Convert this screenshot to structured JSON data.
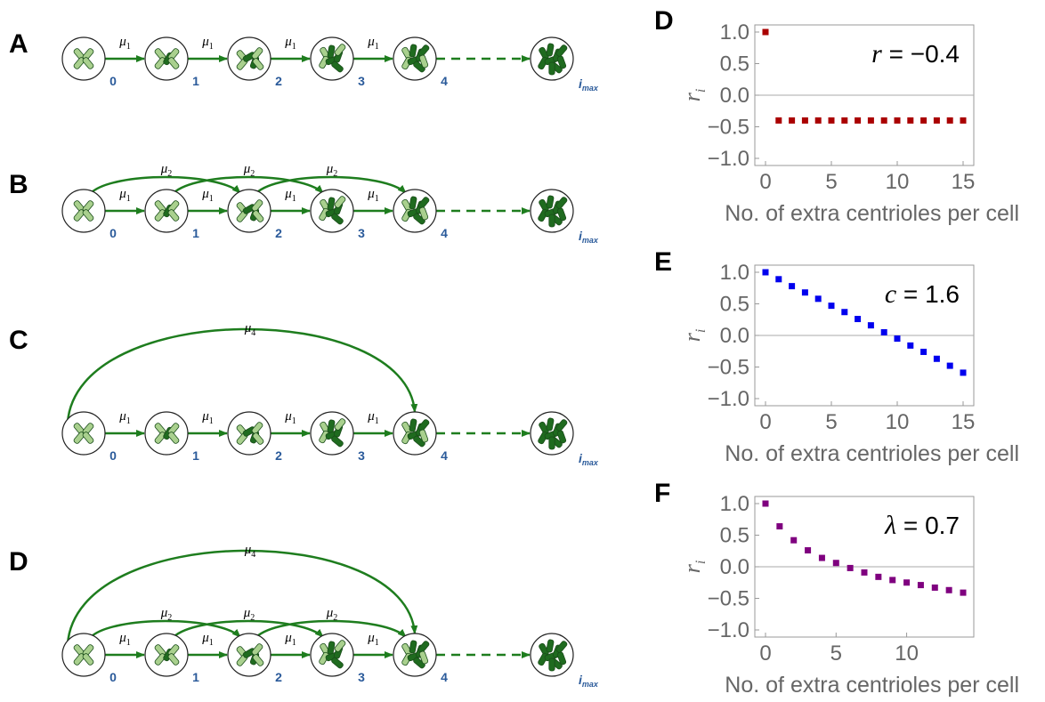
{
  "colors": {
    "arrow": "#1e7d1e",
    "centriole_light": "#a9d08e",
    "centriole_dark": "#1f6b1f",
    "index_text": "#2a5a9a",
    "series_D": "#aa0000",
    "series_E": "#0000ee",
    "series_F": "#7f007f"
  },
  "schematic_rows": [
    {
      "letter": "A",
      "states": [
        "0",
        "1",
        "2",
        "3",
        "4"
      ],
      "last_state": "i",
      "last_state_sub": "max",
      "rate_chain": {
        "symbol": "μ",
        "sub": "1"
      },
      "skip_rate": null,
      "jump_rate": null
    },
    {
      "letter": "B",
      "states": [
        "0",
        "1",
        "2",
        "3",
        "4"
      ],
      "last_state": "i",
      "last_state_sub": "max",
      "rate_chain": {
        "symbol": "μ",
        "sub": "1"
      },
      "skip_rate": {
        "symbol": "μ",
        "sub": "2"
      },
      "jump_rate": null
    },
    {
      "letter": "C",
      "states": [
        "0",
        "1",
        "2",
        "3",
        "4"
      ],
      "last_state": "i",
      "last_state_sub": "max",
      "rate_chain": {
        "symbol": "μ",
        "sub": "1"
      },
      "skip_rate": null,
      "jump_rate": {
        "symbol": "μ",
        "sub": "4"
      }
    },
    {
      "letter": "D",
      "states": [
        "0",
        "1",
        "2",
        "3",
        "4"
      ],
      "last_state": "i",
      "last_state_sub": "max",
      "rate_chain": {
        "symbol": "μ",
        "sub": "1"
      },
      "skip_rate": {
        "symbol": "μ",
        "sub": "2"
      },
      "jump_rate": {
        "symbol": "μ",
        "sub": "4"
      }
    }
  ],
  "chart_data": [
    {
      "type": "scatter",
      "letter": "D",
      "stat_var": "r",
      "stat_text": " = −0.4",
      "xlabel": "No. of extra centrioles per cell",
      "ylabel": "r",
      "ylabel_sub": "i",
      "xlim": [
        0,
        15
      ],
      "ylim": [
        -1.0,
        1.0
      ],
      "xticks": [
        0,
        5,
        10,
        15
      ],
      "yticks": [
        "1.0",
        "0.5",
        "0.0",
        "−0.5",
        "−1.0"
      ],
      "x": [
        0,
        1,
        2,
        3,
        4,
        5,
        6,
        7,
        8,
        9,
        10,
        11,
        12,
        13,
        14,
        15
      ],
      "y": [
        1.0,
        -0.4,
        -0.4,
        -0.4,
        -0.4,
        -0.4,
        -0.4,
        -0.4,
        -0.4,
        -0.4,
        -0.4,
        -0.4,
        -0.4,
        -0.4,
        -0.4,
        -0.4
      ],
      "color": "#aa0000"
    },
    {
      "type": "scatter",
      "letter": "E",
      "stat_var": "c",
      "stat_text": " = 1.6",
      "xlabel": "No. of extra centrioles per cell",
      "ylabel": "r",
      "ylabel_sub": "i",
      "xlim": [
        0,
        15
      ],
      "ylim": [
        -1.0,
        1.0
      ],
      "xticks": [
        0,
        5,
        10,
        15
      ],
      "yticks": [
        "1.0",
        "0.5",
        "0.0",
        "−0.5",
        "−1.0"
      ],
      "x": [
        0,
        1,
        2,
        3,
        4,
        5,
        6,
        7,
        8,
        9,
        10,
        11,
        12,
        13,
        14,
        15
      ],
      "y": [
        1.0,
        0.89,
        0.78,
        0.68,
        0.58,
        0.47,
        0.37,
        0.26,
        0.16,
        0.05,
        -0.05,
        -0.16,
        -0.26,
        -0.37,
        -0.48,
        -0.59
      ],
      "color": "#0000ee"
    },
    {
      "type": "scatter",
      "letter": "F",
      "stat_var": "λ",
      "stat_text": " = 0.7",
      "xlabel": "No. of extra centrioles per cell",
      "ylabel": "r",
      "ylabel_sub": "i",
      "xlim": [
        0,
        14
      ],
      "ylim": [
        -1.0,
        1.0
      ],
      "xticks": [
        0,
        5,
        10
      ],
      "yticks": [
        "1.0",
        "0.5",
        "0.0",
        "−0.5",
        "−1.0"
      ],
      "x": [
        0,
        1,
        2,
        3,
        4,
        5,
        6,
        7,
        8,
        9,
        10,
        11,
        12,
        13,
        14
      ],
      "y": [
        1.0,
        0.64,
        0.42,
        0.26,
        0.14,
        0.06,
        -0.02,
        -0.09,
        -0.16,
        -0.21,
        -0.25,
        -0.29,
        -0.33,
        -0.37,
        -0.41
      ],
      "color": "#7f007f"
    }
  ]
}
